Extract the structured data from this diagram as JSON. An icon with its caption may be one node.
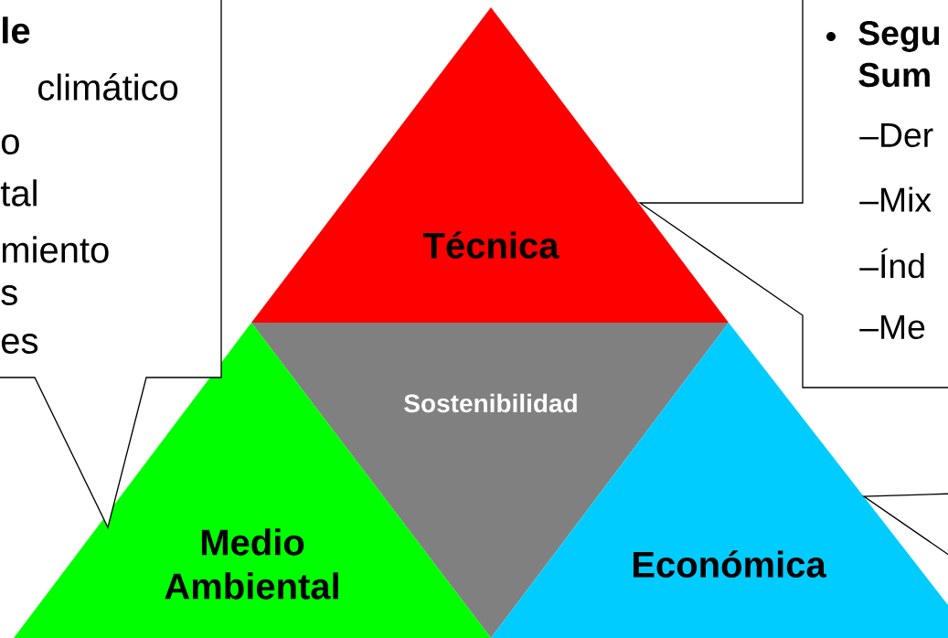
{
  "diagram": {
    "nodes": [
      {
        "text": [
          "le",
          "climático",
          "o",
          "tal",
          "miento",
          "s",
          "es"
        ]
      },
      {
        "text": [
          "Segu",
          "Sum",
          "–Der",
          "–Mix",
          "–Índ",
          "–Me"
        ]
      },
      {
        "text": [
          "Técnica"
        ]
      },
      {
        "text": [
          "Sostenibilidad"
        ]
      },
      {
        "text": [
          "Medio Ambiental"
        ]
      },
      {
        "text": [
          "Económica"
        ]
      }
    ]
  }
}
